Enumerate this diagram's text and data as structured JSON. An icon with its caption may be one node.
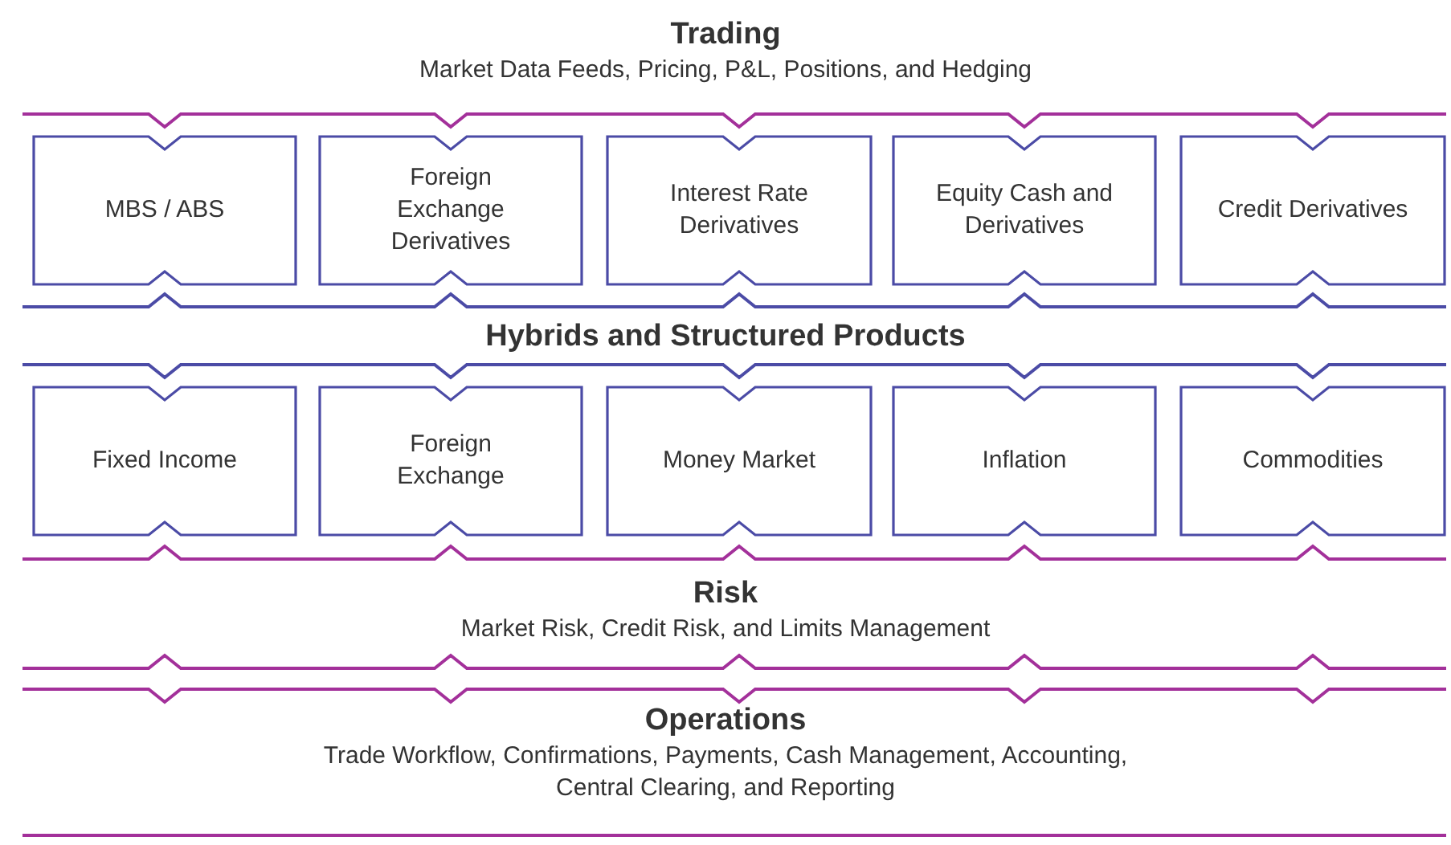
{
  "diagram": {
    "nodes": [
      {
        "text": [
          "Trading",
          "Market Data Feeds, Pricing, P&L, Positions, and Hedging"
        ]
      },
      {
        "text": [
          "MBS / ABS"
        ]
      },
      {
        "text": [
          "Foreign Exchange Derivatives"
        ]
      },
      {
        "text": [
          "Interest Rate Derivatives"
        ]
      },
      {
        "text": [
          "Equity Cash and Derivatives"
        ]
      },
      {
        "text": [
          "Credit Derivatives"
        ]
      },
      {
        "text": [
          "Hybrids and Structured Products"
        ]
      },
      {
        "text": [
          "Fixed Income"
        ]
      },
      {
        "text": [
          "Foreign Exchange"
        ]
      },
      {
        "text": [
          "Money Market"
        ]
      },
      {
        "text": [
          "Inflation"
        ]
      },
      {
        "text": [
          "Commodities"
        ]
      },
      {
        "text": [
          "Risk",
          "Market Risk, Credit Risk, and Limits Management"
        ]
      },
      {
        "text": [
          "Operations",
          "Trade Workflow, Confirmations, Payments, Cash Management, Accounting, Central Clearing, and Reporting"
        ]
      }
    ],
    "edges": []
  }
}
